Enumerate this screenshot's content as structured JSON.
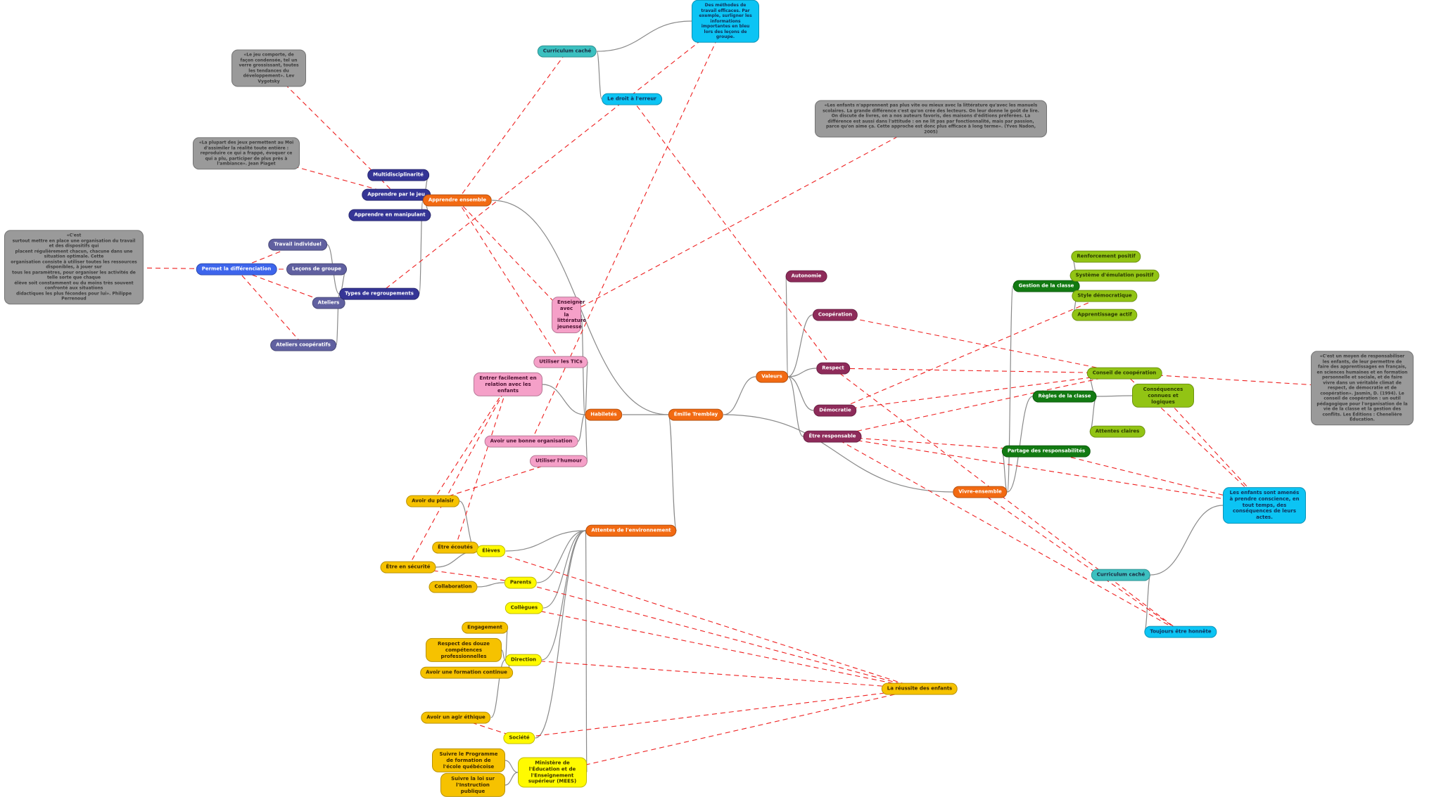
{
  "central": "Émilie Tremblay",
  "nodes": {
    "curriculum_cache_top": "Curriculum caché",
    "methodes": "Des méthodes de travail efficaces. Par exemple, surligner les informations importantes en bleu lors des leçons de groupe.",
    "droit_erreur": "Le droit à l'erreur",
    "q_jeu_vygotsky": "«Le jeu comporte, de façon condensée, tel un verre grossissant, toutes les tendances du développement». Lev Vygotsky",
    "q_jeux_piaget": "«La plupart des jeux permettent au Moi d'assimiler la réalité toute entière : reproduire ce qui a frappé, évoquer ce qui a plu, participer de plus près à l'ambiance». Jean Piaget",
    "q_nadon": "«Les enfants n'apprennent pas plus vite ou mieux avec la littérature qu'avec les manuels scolaires. La grande différence c'est qu'on crée des lecteurs. On leur donne le goût de lire. On discute de livres, on a nos auteurs favoris, des maisons d'éditions préférées. La différence est aussi dans l'attitude : on ne lit pas par fonctionnalité, mais par passion, parce qu'on aime ça. Cette approche est donc plus efficace à long terme». (Yves Nadon, 2005)",
    "multidisciplinarite": "Multidisciplinarité",
    "apprendre_jeu": "Apprendre par le jeu",
    "apprendre_manip": "Apprendre en manipulant",
    "apprendre_ensemble": "Apprendre ensemble",
    "q_perrenoud": "«C'est\nsurtout mettre en place une organisation du travail et des dispositifs qui\nplacent régulièrement chacun, chacune dans une situation optimale. Cette\norganisation consiste à utiliser toutes les ressources disponibles, à jouer sur\ntous les paramètres, pour organiser les activités de telle sorte que chaque\nélève soit constamment ou du moins très souvent confronté aux situations\ndidactiques les plus fécondes pour lui». Philippe Perrenoud",
    "permet_diff": "Permet la différenciation",
    "travail_individuel": "Travail individuel",
    "lecons_groupe": "Leçons de groupe",
    "ateliers": "Ateliers",
    "types_regroupements": "Types de regroupements",
    "ateliers_coop": "Ateliers coopératifs",
    "enseigner_litterature": "Enseigner avec la littérature jeunesse",
    "utiliser_tic": "Utiliser les TICs",
    "entrer_relation": "Entrer facilement en relation avec les enfants",
    "habiletes": "Habiletés",
    "bonne_organisation": "Avoir une bonne organisation",
    "humour": "Utiliser l'humour",
    "autonomie": "Autonomie",
    "cooperation": "Coopération",
    "valeurs": "Valeurs",
    "respect": "Respect",
    "democratie": "Démocratie",
    "etre_responsable": "Être responsable",
    "gestion_classe": "Gestion de la classe",
    "renforcement": "Renforcement positif",
    "emulation": "Système d'émulation positif",
    "style_democratique": "Style démocratique",
    "apprentissage_actif": "Apprentissage actif",
    "conseil_coop": "Conseil de coopération",
    "regles_classe": "Règles de la classe",
    "consequences": "Conséquences connues et logiques",
    "attentes_claires": "Attentes claires",
    "partage_resp": "Partage des responsabilités",
    "q_jasmin": "«C'est un moyen de responsabiliser les enfants, de leur permettre de faire des apprentissages en français, en sciences humaines et en formation personnelle et sociale, et de faire vivre dans un véritable climat de respect, de démocratie et de coopération». Jasmin, D. (1994). Le conseil de coopération : un outil pédagogique pour l'organisation de la vie de la classe et la gestion des conflits. Les Éditions : Chenelière Éducation.",
    "vivre_ensemble": "Vivre-ensemble",
    "enfants_amenes": "Les enfants sont amenés à prendre conscience, en tout temps, des conséquences de leurs actes.",
    "curriculum_cache_bottom": "Curriculum caché",
    "toujours_honnete": "Toujours être honnête",
    "avoir_plaisir": "Avoir du plaisir",
    "etre_ecoutes": "Être écoutés",
    "eleves": "Élèves",
    "etre_securite": "Être en sécurité",
    "parents": "Parents",
    "collaboration": "Collaboration",
    "collegues": "Collègues",
    "attentes_env": "Attentes de l'environnement",
    "engagement": "Engagement",
    "respect_douze": "Respect des douze compétences professionnelles",
    "direction": "Direction",
    "formation_continue": "Avoir une formation continue",
    "agir_ethique": "Avoir un agir éthique",
    "societe": "Société",
    "reussite": "La réussite des enfants",
    "suivre_programme": "Suivre le Programme de formation de l'école québécoise",
    "ministere": "Ministère de l'Éducation et de l'Enseignement supérieur (MEES)",
    "suivre_loi": "Suivre la loi sur l'Instruction publique"
  },
  "colors": {
    "tree_edge": "#8a8a8a",
    "link_edge": "#ee2020"
  }
}
